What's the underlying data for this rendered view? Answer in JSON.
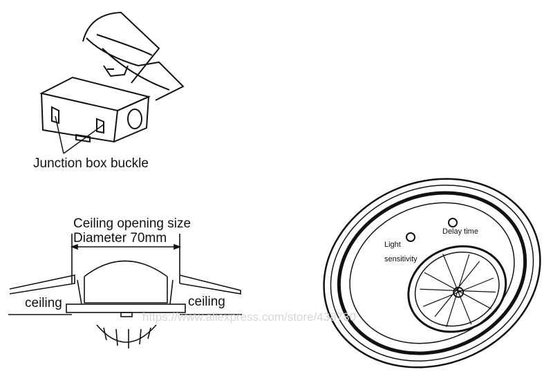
{
  "labels": {
    "junction_box_buckle": "Junction box buckle",
    "ceiling_opening_size": "Ceiling opening size",
    "diameter": "Diameter 70mm",
    "ceiling_left": "ceiling",
    "ceiling_right": "ceiling",
    "light_sensitivity_1": "Light",
    "light_sensitivity_2": "sensitivity",
    "delay_time": "Delay time"
  },
  "watermark": "https://www.aliexpress.com/store/438730",
  "colors": {
    "line": "#111111",
    "watermark": "#d6d6d6",
    "background": "#ffffff"
  }
}
